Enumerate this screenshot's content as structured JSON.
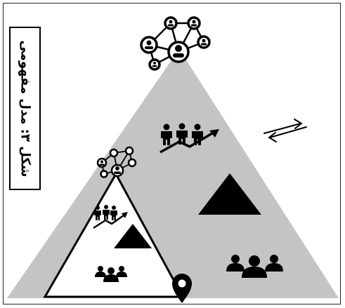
{
  "figure": {
    "caption": "شکل ۳: مدل مفهومی"
  },
  "colors": {
    "outer_triangle": "#c4c4c4",
    "inner_triangle": "#ffffff",
    "ink": "#000000"
  },
  "icons": [
    "network-icon-large",
    "team-growth-icon-large",
    "double-arrow-icon",
    "solid-triangle-large",
    "group-icon-large",
    "network-icon-small",
    "team-growth-icon-small",
    "solid-triangle-small",
    "group-icon-small",
    "location-pin-icon"
  ]
}
